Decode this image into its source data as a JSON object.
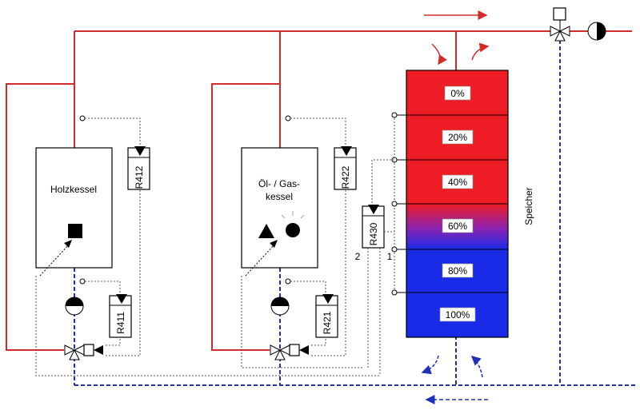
{
  "boilers": {
    "wood": {
      "label": "Holzkessel"
    },
    "oil_gas": {
      "label_line1": "Öl- / Gas-",
      "label_line2": "kessel"
    }
  },
  "regulators": {
    "r412": "R412",
    "r411": "R411",
    "r422": "R422",
    "r421": "R421",
    "r430": "R430"
  },
  "storage": {
    "label": "Speicher",
    "levels": [
      "0%",
      "20%",
      "40%",
      "60%",
      "80%",
      "100%"
    ],
    "colors": {
      "hot": "#ee1c24",
      "cold": "#1a2be8"
    }
  },
  "ports": {
    "port1": "1",
    "port2": "2"
  },
  "colors": {
    "supply": "#d42a2a",
    "return": "#1f2fb8",
    "control": "#555555"
  }
}
